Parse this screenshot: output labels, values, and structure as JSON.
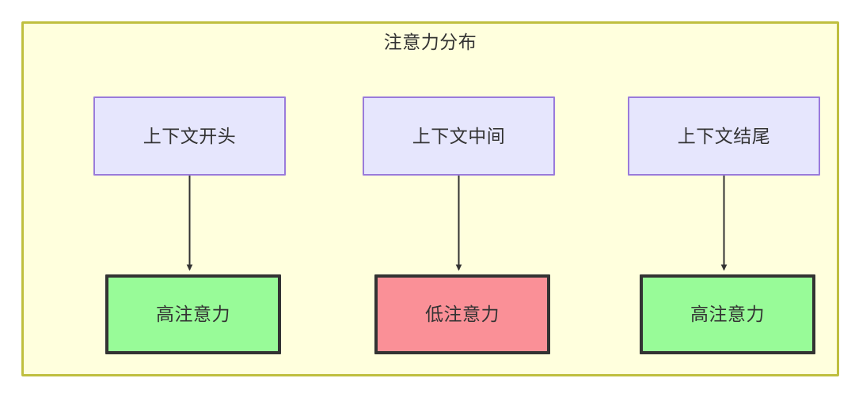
{
  "diagram": {
    "title": "注意力分布",
    "container": {
      "fill": "#ffffdd",
      "stroke": "#bfbf3f"
    },
    "colors": {
      "context_fill": "#e6e6fd",
      "context_stroke": "#9a7bdb",
      "high_attention_fill": "#98fb98",
      "low_attention_fill": "#fa9097",
      "node_stroke": "#333333",
      "edge_stroke": "#333333",
      "text": "#333333"
    },
    "top_nodes": [
      {
        "id": "context-start",
        "label": "上下文开头"
      },
      {
        "id": "context-middle",
        "label": "上下文中间"
      },
      {
        "id": "context-end",
        "label": "上下文结尾"
      }
    ],
    "bottom_nodes": [
      {
        "id": "attention-high-start",
        "label": "高注意力",
        "level": "high"
      },
      {
        "id": "attention-low-middle",
        "label": "低注意力",
        "level": "low"
      },
      {
        "id": "attention-high-end",
        "label": "高注意力",
        "level": "high"
      }
    ],
    "edges": [
      {
        "from": "context-start",
        "to": "attention-high-start",
        "arrow": "down"
      },
      {
        "from": "context-middle",
        "to": "attention-low-middle",
        "arrow": "down"
      },
      {
        "from": "context-end",
        "to": "attention-high-end",
        "arrow": "down"
      }
    ]
  }
}
